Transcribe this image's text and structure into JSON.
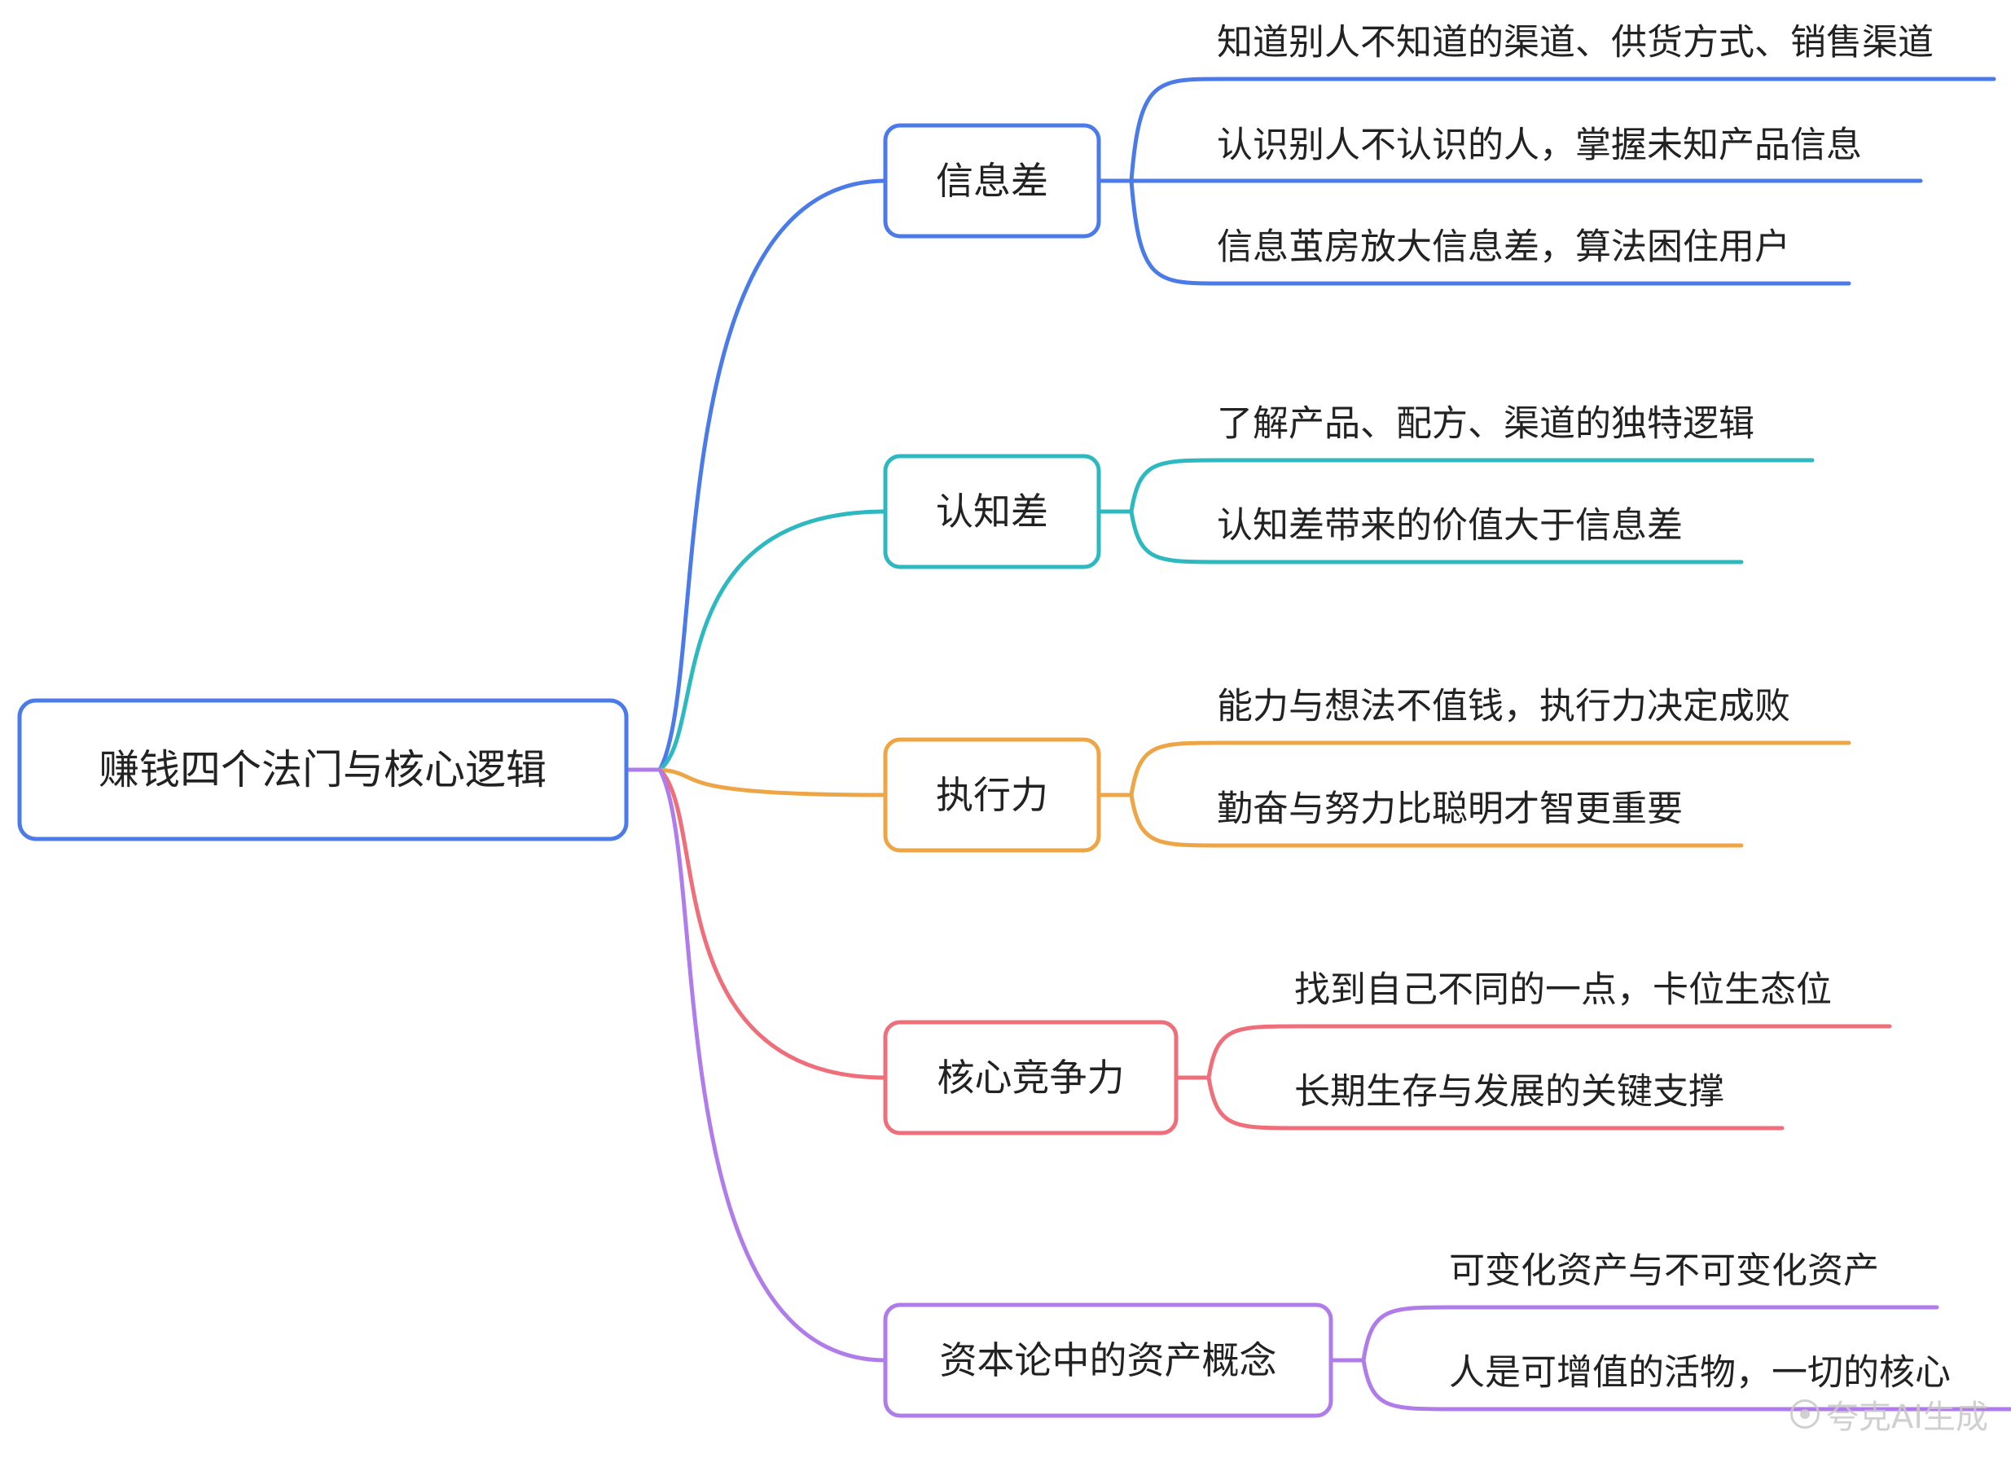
{
  "root": {
    "label": "赚钱四个法门与核心逻辑",
    "color": "#4A7BE8"
  },
  "branches": [
    {
      "label": "信息差",
      "color": "#4A7BE8",
      "leaves": [
        "知道别人不知道的渠道、供货方式、销售渠道",
        "认识别人不认识的人，掌握未知产品信息",
        "信息茧房放大信息差，算法困住用户"
      ]
    },
    {
      "label": "认知差",
      "color": "#2EB8C0",
      "leaves": [
        "了解产品、配方、渠道的独特逻辑",
        "认知差带来的价值大于信息差"
      ]
    },
    {
      "label": "执行力",
      "color": "#EEA545",
      "leaves": [
        "能力与想法不值钱，执行力决定成败",
        "勤奋与努力比聪明才智更重要"
      ]
    },
    {
      "label": "核心竞争力",
      "color": "#EE6E7A",
      "leaves": [
        "找到自己不同的一点，卡位生态位",
        "长期生存与发展的关键支撑"
      ]
    },
    {
      "label": "资本论中的资产概念",
      "color": "#B07CEA",
      "leaves": [
        "可变化资产与不可变化资产",
        "人是可增值的活物，一切的核心"
      ]
    }
  ],
  "watermark": {
    "text": "夸克AI生成",
    "icon": "quark-logo-icon"
  }
}
